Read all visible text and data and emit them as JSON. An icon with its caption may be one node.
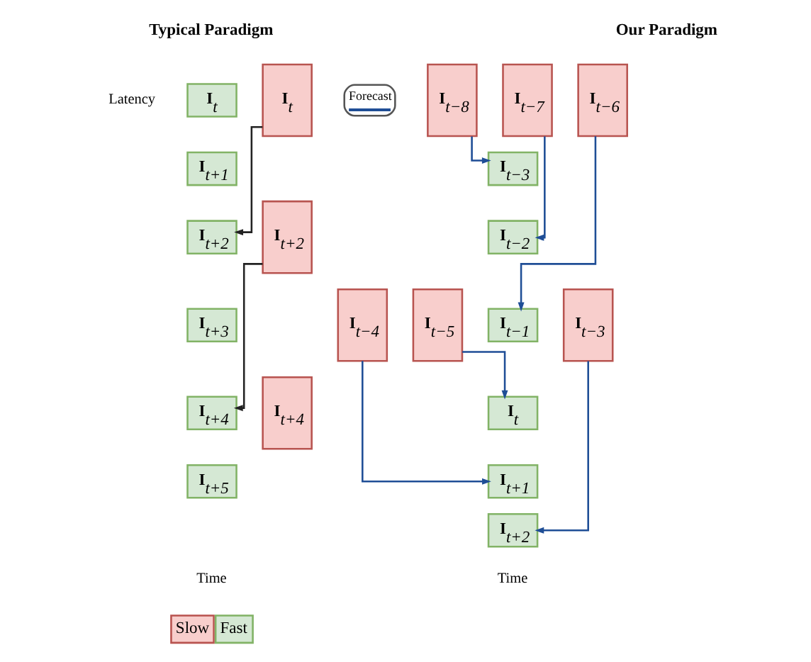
{
  "diagram": {
    "nodes": [
      {
        "text": [
          "**I**$_{t}$"
        ]
      },
      {
        "text": [
          "**I**$_{t}$"
        ]
      },
      {
        "text": [
          "**I**$_{t+1}$"
        ]
      },
      {
        "text": [
          "**I**$_{t+2}$"
        ]
      },
      {
        "text": [
          "**I**$_{t+2}$"
        ]
      },
      {
        "text": [
          "**I**$_{t+3}$"
        ]
      },
      {
        "text": [
          "**I**$_{t+4}$"
        ]
      },
      {
        "text": [
          "**I**$_{t+4}$"
        ]
      },
      {
        "text": [
          "**I**$_{t+5}$"
        ]
      },
      {
        "text": [
          "**I**$_{t−8}$"
        ]
      },
      {
        "text": [
          "**I**$_{t−7}$"
        ]
      },
      {
        "text": [
          "**I**$_{t−6}$"
        ]
      },
      {
        "text": [
          "**I**$_{t−3}$"
        ]
      },
      {
        "text": [
          "**I**$_{t−2}$"
        ]
      },
      {
        "text": [
          "**I**$_{t−1}$"
        ]
      },
      {
        "text": [
          "**I**$_{t−5}$"
        ]
      },
      {
        "text": [
          "**I**$_{t−4}$"
        ]
      },
      {
        "text": [
          "**I**$_{t−3}$"
        ]
      },
      {
        "text": [
          "**I**$_{t}$"
        ]
      },
      {
        "text": [
          "**I**$_{t+1}$"
        ]
      },
      {
        "text": [
          "**I**$_{t+2}$"
        ]
      }
    ],
    "edges": [
      {
        "from": 1,
        "to": 3,
        "arrow": "to",
        "color": "#222222"
      },
      {
        "from": 4,
        "to": 6,
        "arrow": "to",
        "color": "#222222"
      },
      {
        "from": 9,
        "to": 12,
        "arrow": "to"
      },
      {
        "from": 10,
        "to": 13,
        "arrow": "to"
      },
      {
        "from": 11,
        "to": 14,
        "arrow": "to"
      },
      {
        "from": 15,
        "to": 18,
        "arrow": "to"
      },
      {
        "from": 16,
        "to": 19,
        "arrow": "to"
      },
      {
        "from": 17,
        "to": 20,
        "arrow": "to"
      }
    ],
    "labels": [
      "Typical Paradigm",
      "Our Paradigm",
      "Latency",
      "Time",
      "Time"
    ],
    "legend": [
      {
        "text": "Forecast"
      },
      {
        "text": "Slow",
        "color": "#f8cecc"
      },
      {
        "text": "Fast",
        "color": "#d5e8d4"
      }
    ]
  }
}
